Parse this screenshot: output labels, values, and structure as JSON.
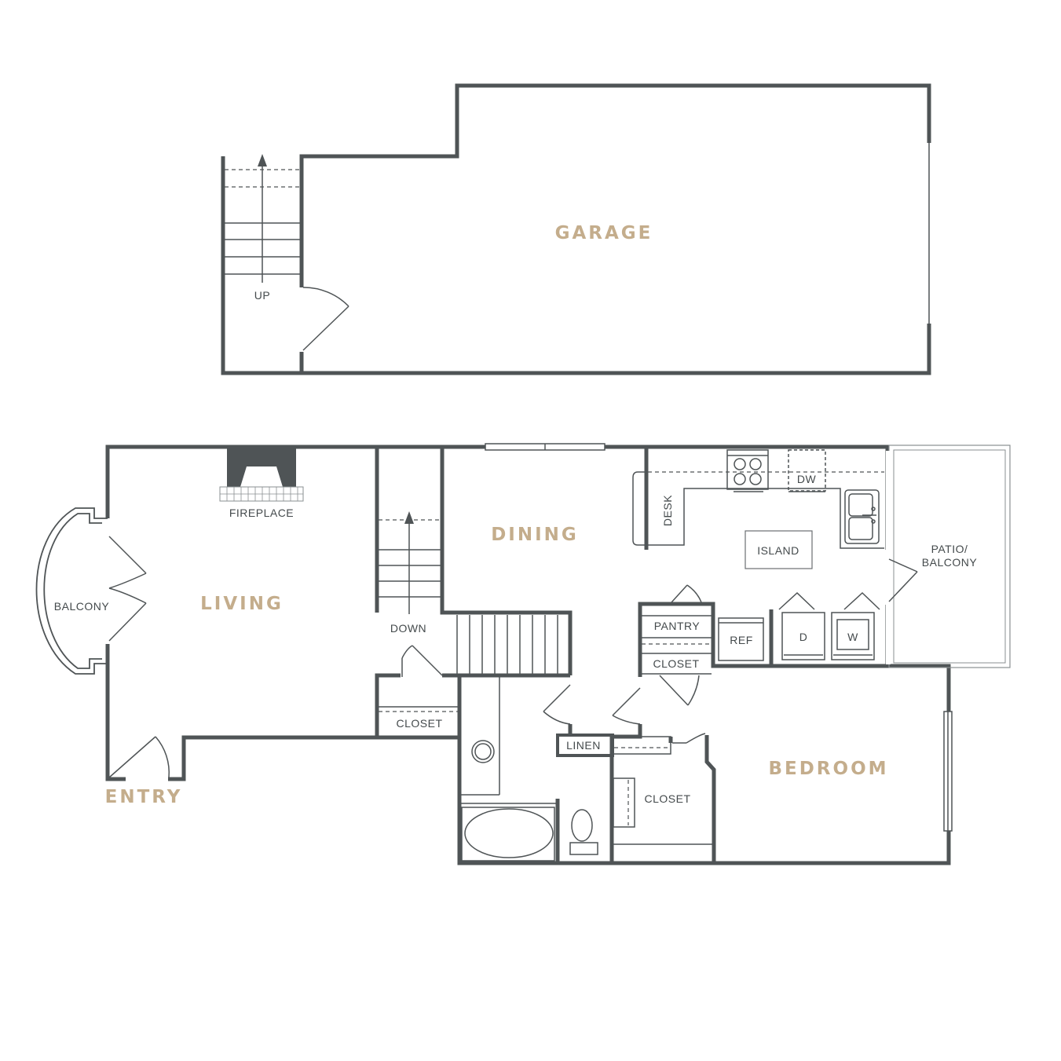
{
  "rooms": {
    "garage": "GARAGE",
    "living": "LIVING",
    "dining": "DINING",
    "bedroom": "BEDROOM",
    "entry": "ENTRY"
  },
  "labels": {
    "up": "UP",
    "down": "DOWN",
    "fireplace": "FIREPLACE",
    "balcony": "BALCONY",
    "closet_hall": "CLOSET",
    "desk": "DESK",
    "dw": "DW",
    "island": "ISLAND",
    "patio_line1": "PATIO/",
    "patio_line2": "BALCONY",
    "pantry": "PANTRY",
    "closet_pantry": "CLOSET",
    "ref": "REF",
    "dryer": "D",
    "washer": "W",
    "linen": "LINEN",
    "closet_bedroom": "CLOSET"
  },
  "colors": {
    "wall": "#4f5456",
    "room_label": "#c4ad8c",
    "small_label": "#444a4c"
  }
}
